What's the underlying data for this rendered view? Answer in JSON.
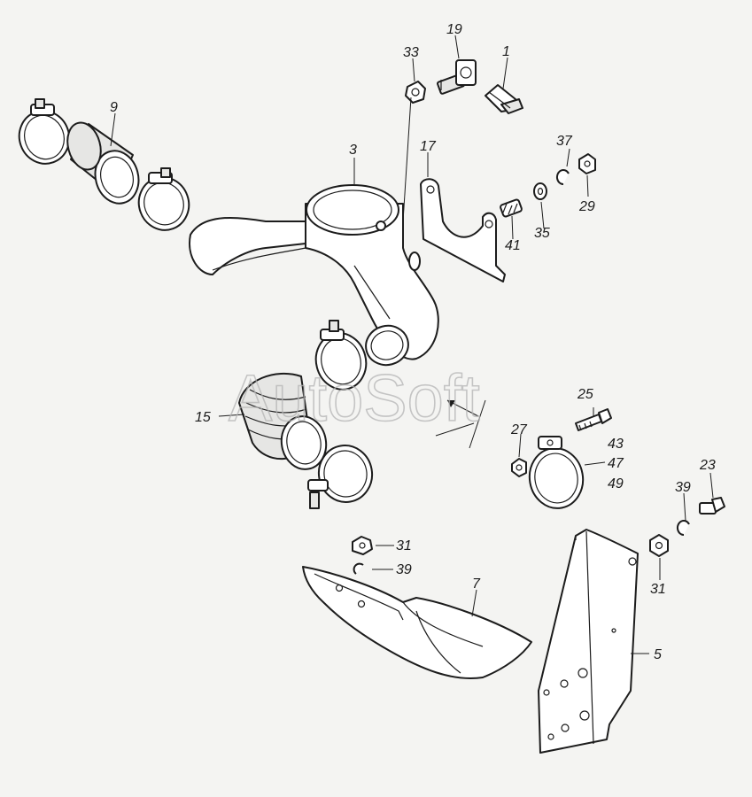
{
  "watermark": "AutoSoft",
  "callouts": {
    "c1": "1",
    "c3": "3",
    "c5": "5",
    "c7": "7",
    "c9": "9",
    "c15": "15",
    "c17": "17",
    "c19": "19",
    "c23": "23",
    "c25": "25",
    "c27": "27",
    "c29": "29",
    "c31a": "31",
    "c31b": "31",
    "c33": "33",
    "c35": "35",
    "c37": "37",
    "c39a": "39",
    "c39b": "39",
    "c41": "41",
    "c43": "43",
    "c47": "47",
    "c49": "49"
  },
  "colors": {
    "line": "#1c1c1c",
    "paper": "#f4f4f2",
    "watermark": "#b5b5b5"
  }
}
